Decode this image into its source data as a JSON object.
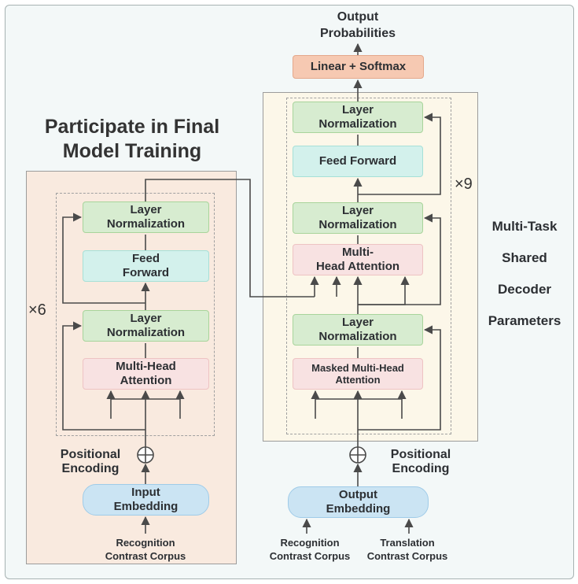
{
  "encoder": {
    "title": "Participate in Final\nModel Training",
    "repeat": "×6",
    "layer_norm_top": "Layer\nNormalization",
    "feed_forward": "Feed\nForward",
    "layer_norm_bottom": "Layer\nNormalization",
    "attention": "Multi-Head\nAttention",
    "positional_encoding": "Positional\nEncoding",
    "embedding": "Input\nEmbedding",
    "corpus": "Recognition\nContrast Corpus"
  },
  "decoder": {
    "output_label": "Output\nProbabilities",
    "linear_softmax": "Linear + Softmax",
    "repeat": "×9",
    "layer_norm_top": "Layer\nNormalization",
    "feed_forward": "Feed Forward",
    "layer_norm_mid": "Layer\nNormalization",
    "attention": "Multi-\nHead Attention",
    "layer_norm_bottom": "Layer\nNormalization",
    "masked_attention": "Masked Multi-Head\nAttention",
    "positional_encoding": "Positional\nEncoding",
    "embedding": "Output\nEmbedding",
    "corpus_left": "Recognition\nContrast Corpus",
    "corpus_right": "Translation\nContrast Corpus",
    "side_label": "Multi-Task\nShared\nDecoder\nParameters"
  },
  "colors": {
    "encoder_panel": "#f9eadf",
    "decoder_panel": "#fcf7e9",
    "norm": "#d7ecd0",
    "feed_forward": "#d3f1ec",
    "attention": "#f8e2e2",
    "embedding": "#cbe4f3",
    "linear": "#f6c9b2",
    "line": "#4a4a4a"
  }
}
